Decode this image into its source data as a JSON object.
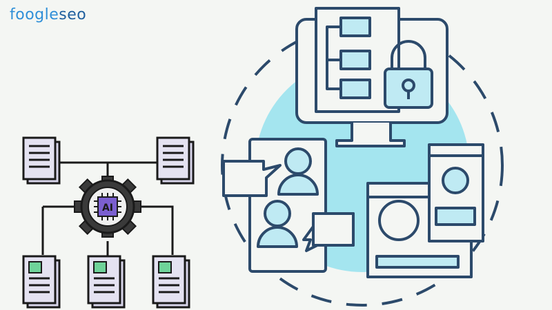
{
  "brand": {
    "logo_part1": "foogle",
    "logo_part2": "seo",
    "color_primary": "#2f8fd8",
    "color_dark": "#1f5f9e"
  },
  "ai_chip": {
    "label": "AI"
  },
  "colors": {
    "outline": "#2c4a6b",
    "accent_light": "#bfeaf3",
    "circle_bg": "#a4e5ef",
    "doc_fill": "#d8d5ea",
    "doc_green": "#6fd39a",
    "gear": "#3a3a3a",
    "chip": "#7b5fd0"
  }
}
